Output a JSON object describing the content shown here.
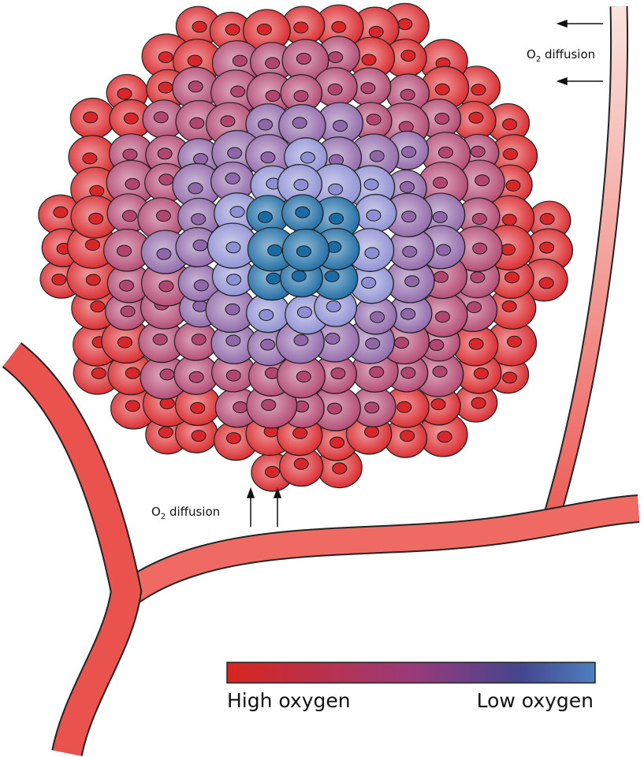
{
  "labels": {
    "o2_diffusion_top": {
      "prefix": "O",
      "subscript": "2",
      "text": " diffusion"
    },
    "o2_diffusion_bottom": {
      "prefix": "O",
      "subscript": "2",
      "text": " diffusion"
    }
  },
  "legend": {
    "high_label": "High oxygen",
    "low_label": "Low oxygen",
    "gradient_colors": [
      "#d8261f",
      "#9b3a78",
      "#44458f",
      "#4f7fbf"
    ]
  },
  "colors": {
    "vessel": "#ea5a55",
    "vessel_light": "#f8d8d2",
    "cell_high_oxygen": "#d9262a",
    "cell_mid": "#b2456f",
    "cell_low": "#8f66a8",
    "cell_hypoxic": "#1a6aa3"
  }
}
